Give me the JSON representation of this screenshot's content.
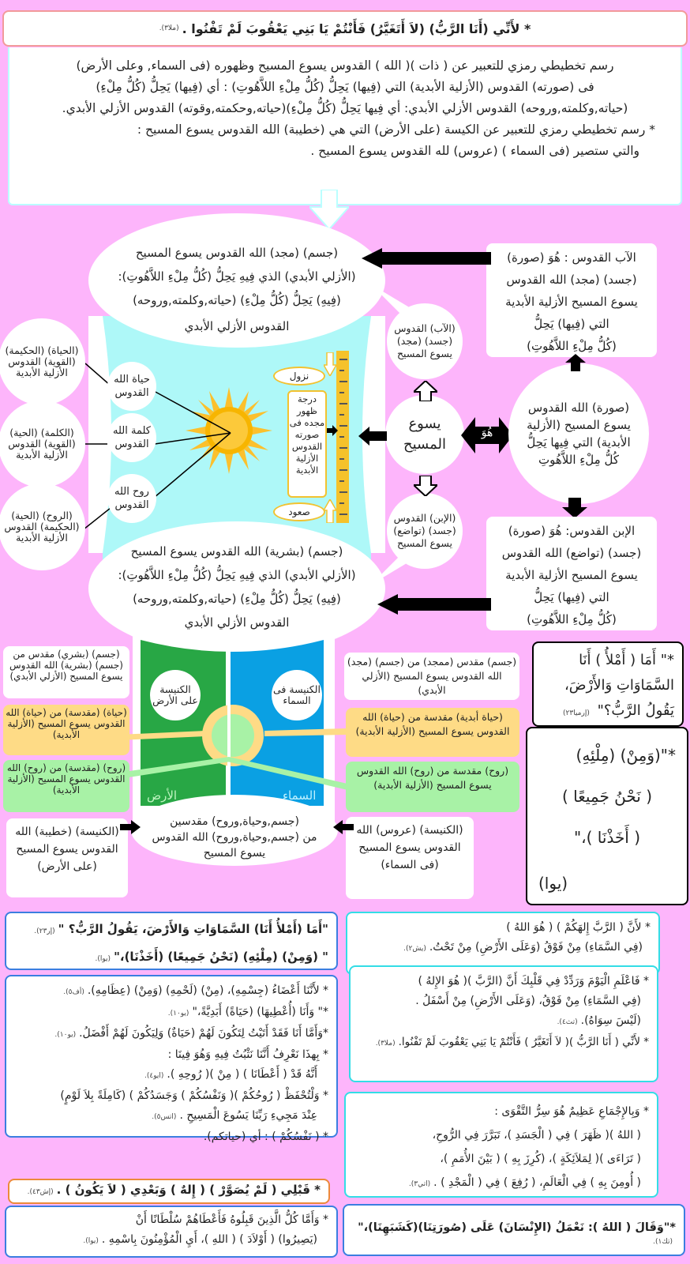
{
  "banner": {
    "text": "* لأَنِّي (أَنَا الرَّبُّ) (لاَ أَتَغَيَّرُ) فَأَنْتُمْ يَا بَنِي يَعْقُوبَ لَمْ تَفْنُوا .",
    "ref": "(ملا٣)."
  },
  "intro": {
    "lines": [
      "رسم تخطيطي رمزي للتعبير عن ( ذات )( الله ) القدوس يسوع المسيح وظهوره (فى السماء, وعلى الأرض)",
      "فى (صورته) القدوس (الأزلية الأبدية) التي (فِيها) يَحِلُّ (كُلُّ مِلْءِ اللاَّهُوتِ) : أي (فِيها) يَحِلُّ (كُلُّ مِلْءِ)",
      "(حياته,وكلمته,وروحه) القدوس الأزلي الأبدي: أي فِيها يَحِلُّ (كُلُّ مِلْءِ)(حياته,وحكمته,وقوته) القدوس الأزلي الأبدي.",
      "* رسم تخطيطي رمزي للتعبير عن الكيسة (على الأرض) التي هي (خطيبة) الله القدوس يسوع المسيح :",
      "والتي ستصير (فى السماء ) (عروس) لله القدوس يسوع المسيح ."
    ]
  },
  "diagram": {
    "top_ellipse": [
      "(جسم) (مجد) الله القدوس يسوع المسيح",
      "(الأزلي الأبدي) الذي فِيهِ يَحِلُّ (كُلُّ مِلْءِ اللاَّهُوتِ):",
      "(فِيهِ) يَحِلُّ (كُلُّ مِلْءِ) (حياته,وكلمته,وروحه)"
    ],
    "cylinder_title": "القدوس الأزلي الأبدي",
    "bottom_ellipse": [
      "(جسم) (بشرية) الله القدوس يسوع المسيح",
      "(الأزلي الأبدي) الذي فِيهِ يَحِلُّ (كُلُّ مِلْءِ اللاَّهُوتِ):",
      "(فِيهِ) يَحِلُّ (كُلُّ مِلْءِ) (حياته,وكلمته,وروحه)",
      "القدوس الأزلي الأبدي"
    ],
    "side_circles": [
      "(الحياة) (الحكيمة) (القوية) القدوس الأزلية الأبدية",
      "(الكلمة) (الحية) (القوية) القدوس الأزلية الأبدية",
      "(الروح) (الحية) (الحكيمة) القدوس الأزلية الأبدية"
    ],
    "inner_circles": [
      "حياة الله القدوس",
      "كلمة الله القدوس",
      "روح الله القدوس"
    ],
    "ruler": {
      "descend": "نزول",
      "ascend": "صعود",
      "label": "درجة ظهور مجده فى صورته القدوس الأزلية الأبدية"
    },
    "father_circle": "(الآب) القدوس (جسد) (مجد) يسوع المسيح",
    "jesus_circle": "يسوع المسيح",
    "son_circle": "(الإبن) القدوس (جسد) (تواضع) يسوع المسيح",
    "huwa_label": "هُوَ",
    "image_circle": "(صورة) الله القدوس يسوع المسيح (الأزلية الأبدية) التي فِيها يَحِلُّ كُلُّ مِلْءِ اللاَّهُوتِ",
    "father_box": [
      "الآب القدوس : هُوَ (صورة)",
      "(جسد) (مجد) الله القدوس",
      "يسوع المسيح الأزلية الأبدية",
      "التي (فِيها) يَحِلُّ",
      "(كُلُّ مِلْءِ اللاَّهُوتِ)"
    ],
    "son_box": [
      "الإبن القدوس: هُوَ (صورة)",
      "(جسد) (تواضع) الله القدوس",
      "يسوع المسيح الأزلية الأبدية",
      "التي (فِيها) يَحِلُّ",
      "(كُلُّ مِلْءِ اللاَّهُوتِ)"
    ],
    "church": {
      "earth_circle": "الكنيسة على الأرض",
      "heaven_circle": "الكنيسة فى السماء",
      "earth_label": "الأرض",
      "heaven_label": "السماء",
      "bottom_ellipse": [
        "(جسم,وحياة,وروح) مقدسين",
        "من (جسم,وحياة,وروح) الله القدوس",
        "يسوع المسيح"
      ],
      "left_boxes": [
        "(جسم) (بشري) مقدس من (جسم) (بشرية) الله القدوس يسوع المسيح (الأزلي الأبدي)",
        "(حياة) (مقدسة) من (حياة) الله القدوس يسوع المسيح (الأزلية الأبدية)",
        "(روح) (مقدسة) من (روح) الله القدوس يسوع المسيح (الأزلية الأبدية)",
        "(الكنيسة) (خطيبة) الله القدوس يسوع المسيح (على الأرض)"
      ],
      "right_boxes": [
        "(جسم) مقدس (ممجد) من (جسم) (مجد) الله القدوس يسوع المسيح (الأزلي الأبدي)",
        "(حياة أبدية) مقدسة من (حياة) الله القدوس يسوع المسيح (الأزلية الأبدية)",
        "(روح) مقدسة من (روح) الله القدوس يسوع المسيح (الأزلية الأبدية)",
        "(الكنيسة) (عروس) الله القدوس يسوع المسيح (فى السماء)"
      ]
    },
    "quote1": {
      "text": "*\" أَمَا ( أَمْلأُ ) أَنَا السَّمَاوَاتِ وَالأَرْضَ، يَقُولُ الرَّبُّ؟\"",
      "ref": "(إرميا٢٣)"
    },
    "quote2": {
      "lines": [
        "*\"(وَمِنْ) (مِلْئِهِ)",
        "( نَحْنُ جَمِيعًا )",
        "( أَخَذْنَا )،\""
      ],
      "ref": "(يوا)"
    }
  },
  "verses": {
    "left_top": [
      {
        "text": "\"أَمَا (أَمْلأُ أَنَا) السَّمَاوَاتِ وَالأَرْضَ، يَقُولُ الرَّبُّ؟ \"",
        "ref": "(إر٢٣)."
      },
      {
        "text": "\" (وَمِنْ) (مِلْئِهِ) (نَحْنُ جَمِيعًا) (أَخَذْنَا)،\"",
        "ref": "(يوا)."
      }
    ],
    "left_mid": [
      {
        "text": "* لأَنَّنَا أَعْضَاءُ (جِسْمِهِ)، (مِنْ) (لَحْمِهِ) (وَمِنْ) (عِظَامِهِ).",
        "ref": "(أف٥)."
      },
      {
        "text": "*\" وَأَنَا (أُعْطِيهَا) (حَيَاةً) أَبَدِيَّةً،\"",
        "ref": "(يو١٠)."
      },
      {
        "text": "*وَأَمَّا أَنَا فَقَدْ أَتَيْتُ لِتَكُونَ لَهُمْ (حَيَاةٌ) وَلِيَكُونَ لَهُمْ أَفْضَلُ.",
        "ref": "(يو١٠)."
      },
      {
        "text": "* بِهذَا نَعْرِفُ أَنَّنَا نَثْبُتُ فِيهِ وَهُوَ فِينَا :",
        "ref": ""
      },
      {
        "text": "أَنَّهُ قَدْ ( أَعْطَانَا ) ( مِنْ )( رُوحِهِ ).",
        "ref": "(ايو٤)."
      },
      {
        "text": "* وَلْتُحْفَظْ ( رُوحُكُمْ )( وَنَفْسُكُمْ ) وَجَسَدُكُمْ ) (كَامِلَةً بِلاَ لَوْمٍ)",
        "ref": ""
      },
      {
        "text": "عِنْدَ مَجِيءِ رَبِّنَا يَسُوعَ الْمَسِيحِ .",
        "ref": "(اتس٥)."
      },
      {
        "text": "* ( نَفْسُكُمْ ) : أي (حياتكم).",
        "ref": ""
      }
    ],
    "orange": {
      "text": "* قَبْلِي ( لَمْ يُصَوَّرْ ) ( إِلهٌ ) وَبَعْدِي ( لاَ يَكُونُ ) .",
      "ref": "(إش٤٣)."
    },
    "left_bottom": [
      {
        "text": "* وَأَمَّا كُلُّ الَّذِينَ قَبِلُوهُ فَأَعْطَاهُمْ سُلْطَانًا أَنْ",
        "ref": ""
      },
      {
        "text": "(يَصِيرُوا) ( أَوْلاَدَ ) ( اللهِ )، أَيِ الْمُؤْمِنُونَ بِاسْمِهِ .",
        "ref": "(يوا)."
      }
    ],
    "right_top": [
      {
        "text": "* لأَنَّ ( الرَّبَّ إِلهَكُمْ ) ( هُوَ اللهُ )",
        "ref": ""
      },
      {
        "text": "(فِي السَّمَاءِ) مِنْ فَوْقُ (وَعَلَى الأَرْضِ) مِنْ تَحْتُ.",
        "ref": "(يش٢)."
      }
    ],
    "right_mid": [
      {
        "text": "* فَاعْلَمِ الْيَوْمَ وَرَدِّدْ فِي قَلْبِكَ أَنَّ (الرَّبَّ )( هُوَ الإِلهُ )",
        "ref": ""
      },
      {
        "text": "(فِي السَّمَاءِ) مِنْ فَوْقُ، (وَعَلَى الأَرْضِ) مِنْ أَسْفَلُ .",
        "ref": ""
      },
      {
        "text": "(لَيْسَ سِوَاهُ).",
        "ref": "(تث٤)."
      },
      {
        "text": "* لأَنِّي ( أَنَا الرَّبُّ )( لاَ أَتَغَيَّرُ ) فَأَنْتُمْ يَا بَنِي يَعْقُوبَ لَمْ تَفْنُوا.",
        "ref": "(ملا٣)."
      }
    ],
    "right_lower": [
      {
        "text": "* وَبِالإِجْمَاعِ عَظِيمٌ هُوَ سِرُّ التَّقْوَى :",
        "ref": ""
      },
      {
        "text": "( اللهُ )( ظَهَرَ ) فِي ( الْجَسَدِ )، تَبَرَّرَ فِي الرُّوحِ،",
        "ref": ""
      },
      {
        "text": "( تَرَاءَى )( لِمَلاَئِكَةٍ )، (كُرِزَ بِهِ ) ( بَيْنَ الأُمَمِ )،",
        "ref": ""
      },
      {
        "text": "( أُومِنَ بِهِ ) فِي الْعَالَمِ، ( رُفِعَ ) فِي ( الْمَجْدِ ) .",
        "ref": "(اتي٣)."
      }
    ],
    "right_bottom": {
      "text": "*\"وَقَالَ ( اللهُ ): نَعْمَلُ (الإِنْسَانَ) عَلَى (صُورَتِنَا)(كَشَبَهِنَا)،\"",
      "ref": "(تك١)."
    }
  },
  "colors": {
    "background": "#fdb5fb",
    "cyan": "#aef8f8",
    "earth_green": "#28a745",
    "heaven_blue": "#0aa0e3",
    "sun": "#f7b500",
    "yellow_box": "#fedb86",
    "green_box": "#a8f2a6"
  }
}
